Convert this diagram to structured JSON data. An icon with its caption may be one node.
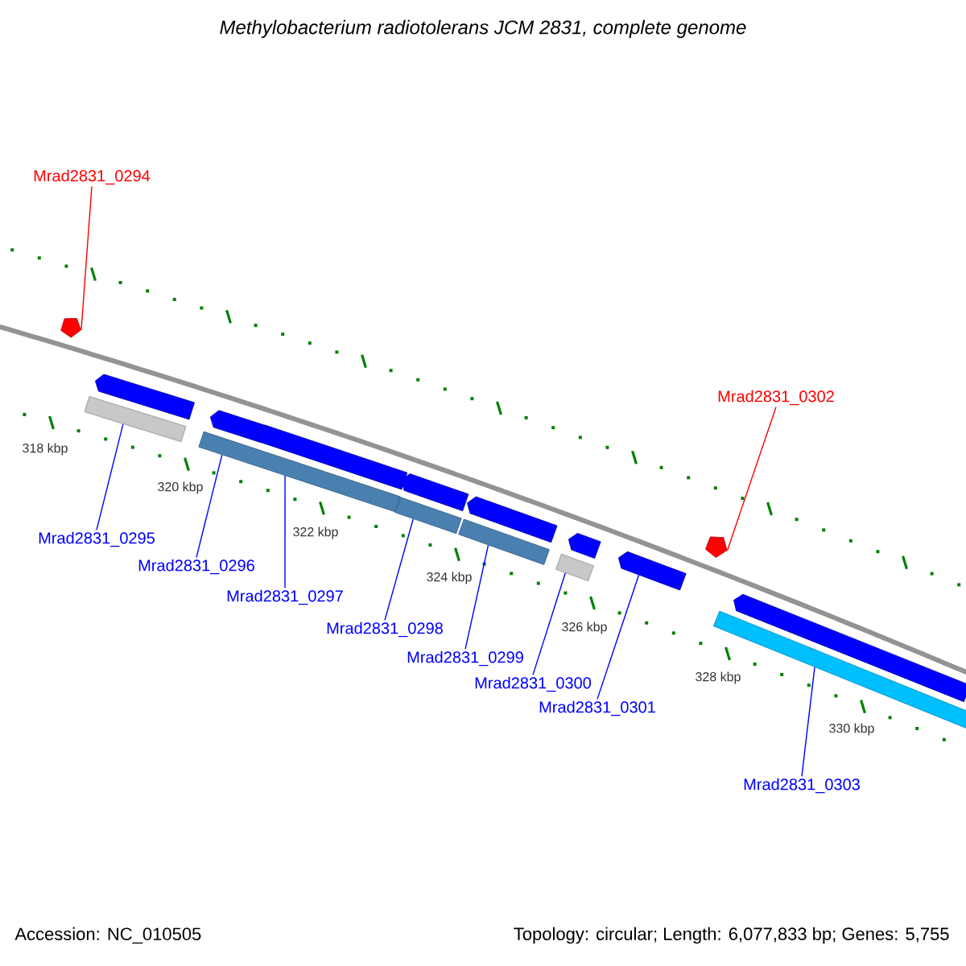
{
  "diagram": {
    "title": "Methylobacterium radiotolerans JCM 2831, complete genome",
    "nodes": [
      {
        "text": [
          "Mrad2831_0294"
        ]
      },
      {
        "text": [
          "Mrad2831_0302"
        ]
      },
      {
        "text": [
          "Mrad2831_0295"
        ]
      },
      {
        "text": [
          "Mrad2831_0296"
        ]
      },
      {
        "text": [
          "Mrad2831_0297"
        ]
      },
      {
        "text": [
          "Mrad2831_0298"
        ]
      },
      {
        "text": [
          "Mrad2831_0299"
        ]
      },
      {
        "text": [
          "Mrad2831_0300"
        ]
      },
      {
        "text": [
          "Mrad2831_0301"
        ]
      },
      {
        "text": [
          "Mrad2831_0303"
        ]
      },
      {
        "text": [],
        "shape": "pentagon"
      },
      {
        "text": [],
        "shape": "pentagon"
      },
      {
        "text": [],
        "shape": "box"
      },
      {
        "text": [],
        "shape": "box"
      },
      {
        "text": [],
        "shape": "box"
      },
      {
        "text": [],
        "shape": "box"
      },
      {
        "text": [],
        "shape": "box"
      },
      {
        "text": [],
        "shape": "box"
      },
      {
        "text": [],
        "shape": "box"
      },
      {
        "text": [],
        "shape": "box"
      },
      {
        "text": [],
        "shape": "bar"
      },
      {
        "text": [],
        "shape": "bar"
      },
      {
        "text": [],
        "shape": "bar"
      },
      {
        "text": [],
        "shape": "bar"
      },
      {
        "text": [],
        "shape": "bar"
      },
      {
        "text": [],
        "shape": "bar"
      }
    ],
    "edges": [
      {
        "from": 0,
        "to": 10,
        "arrow": "none",
        "color": "#ff0000"
      },
      {
        "from": 1,
        "to": 11,
        "arrow": "none",
        "color": "#ff0000"
      },
      {
        "from": 2,
        "to": 20,
        "arrow": "none"
      },
      {
        "from": 3,
        "to": 21,
        "arrow": "none"
      },
      {
        "from": 4,
        "to": 21,
        "arrow": "none"
      },
      {
        "from": 5,
        "to": 22,
        "arrow": "none"
      },
      {
        "from": 6,
        "to": 23,
        "arrow": "none"
      },
      {
        "from": 7,
        "to": 24,
        "arrow": "none"
      },
      {
        "from": 8,
        "to": 18,
        "arrow": "none"
      },
      {
        "from": 9,
        "to": 25,
        "arrow": "none"
      }
    ],
    "labels": [
      "318 kbp",
      "320 kbp",
      "322 kbp",
      "324 kbp",
      "326 kbp",
      "328 kbp",
      "330 kbp",
      "Accession: NC_010505",
      "Topology: circular; Length: 6,077,833 bp; Genes: 5,755"
    ]
  }
}
